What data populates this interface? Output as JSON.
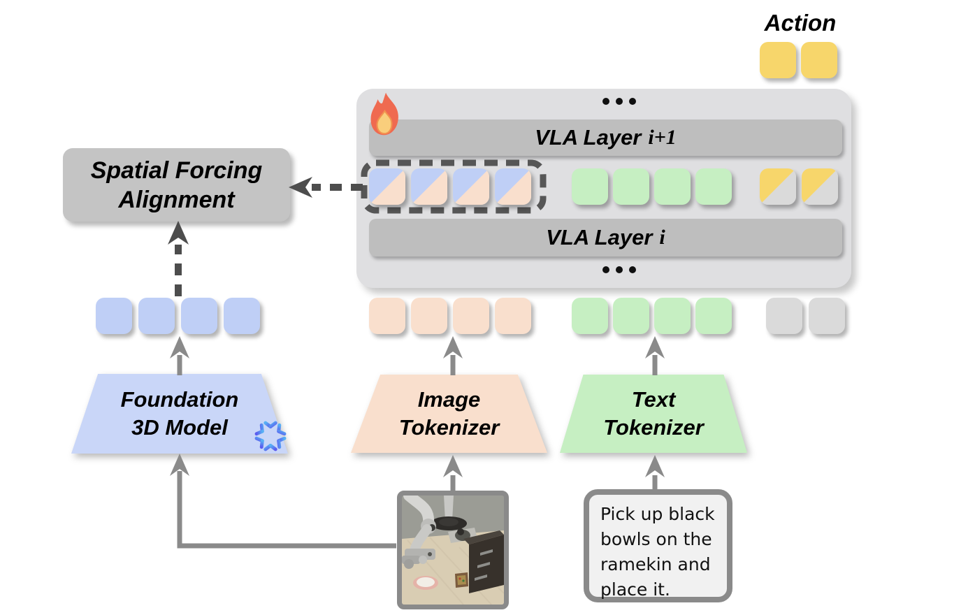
{
  "action": {
    "label": "Action"
  },
  "vla": {
    "ellipsis": "...",
    "layer_top": {
      "prefix": "VLA Layer",
      "math": "i+1"
    },
    "layer_bottom": {
      "prefix": "VLA Layer",
      "math": "i"
    }
  },
  "spatial_alignment": {
    "line1": "Spatial Forcing",
    "line2": "Alignment"
  },
  "modules": {
    "foundation_3d": {
      "line1": "Foundation",
      "line2": "3D Model"
    },
    "image_tokenizer": {
      "line1": "Image",
      "line2": "Tokenizer"
    },
    "text_tokenizer": {
      "line1": "Text",
      "line2": "Tokenizer"
    }
  },
  "instruction_box": {
    "line1": "Pick up black",
    "line2": "bowls on the",
    "line3": "ramekin and",
    "line4": "place it."
  },
  "icons": {
    "fire_icon": "🔥",
    "snowflake_icon": "❄"
  },
  "tokens": {
    "action_output_tokens": 2,
    "aligned_visual_tokens_in_layer": 4,
    "text_tokens_in_layer": 4,
    "action_tokens_in_layer": 2,
    "foundation_3d_tokens": 4,
    "image_tokens": 4,
    "text_tokens": 4,
    "empty_action_tokens": 2
  },
  "colors": {
    "blue_token": "#BFCFF6",
    "peach_token": "#F9DFCD",
    "green_token": "#C6EFC2",
    "yellow_token": "#F7D66B",
    "gray_token": "#DADADA",
    "vla_container": "#DFDFE1",
    "layer_bar": "#BEBEBE",
    "alignment_box": "#C4C4C4",
    "arrow_gray": "#8A8A8A",
    "dashed_dark": "#4D4D4D"
  }
}
